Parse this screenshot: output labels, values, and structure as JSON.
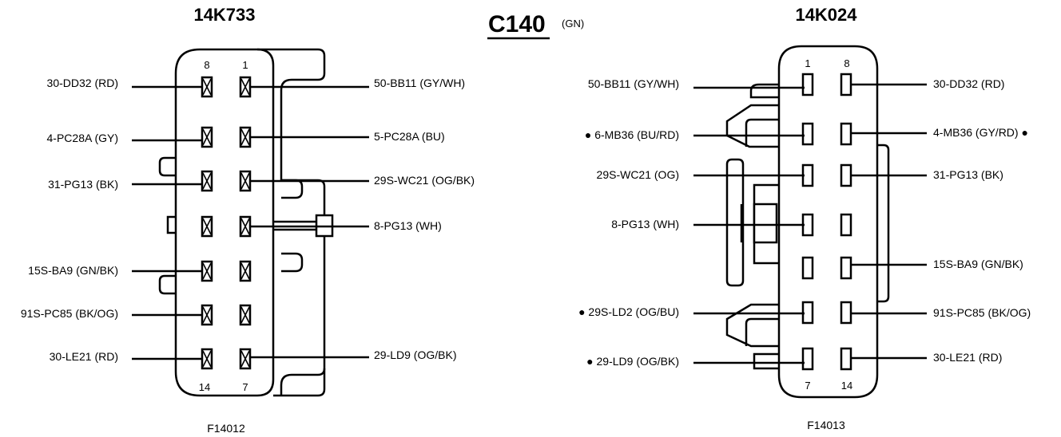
{
  "connector": {
    "id": "C140",
    "color_code": "(GN)"
  },
  "left": {
    "part_number": "14K733",
    "figure_id": "F14012",
    "pin_numbers": {
      "top_left": "8",
      "top_right": "1",
      "bottom_left": "14",
      "bottom_right": "7"
    },
    "wires_left": [
      "30-DD32 (RD)",
      "4-PC28A (GY)",
      "31-PG13 (BK)",
      "15S-BA9 (GN/BK)",
      "91S-PC85 (BK/OG)",
      "30-LE21 (RD)"
    ],
    "wires_right": [
      "50-BB11 (GY/WH)",
      "5-PC28A (BU)",
      "29S-WC21 (OG/BK)",
      "8-PG13 (WH)",
      "29-LD9 (OG/BK)"
    ]
  },
  "right": {
    "part_number": "14K024",
    "figure_id": "F14013",
    "pin_numbers": {
      "top_left": "1",
      "top_right": "8",
      "bottom_left": "7",
      "bottom_right": "14"
    },
    "wires_left": [
      "50-BB11 (GY/WH)",
      "● 6-MB36 (BU/RD)",
      "29S-WC21 (OG)",
      "8-PG13 (WH)",
      "● 29S-LD2 (OG/BU)",
      "● 29-LD9 (OG/BK)"
    ],
    "wires_right": [
      "30-DD32 (RD)",
      "4-MB36 (GY/RD) ●",
      "31-PG13 (BK)",
      "15S-BA9 (GN/BK)",
      "91S-PC85 (BK/OG)",
      "30-LE21 (RD)"
    ]
  }
}
